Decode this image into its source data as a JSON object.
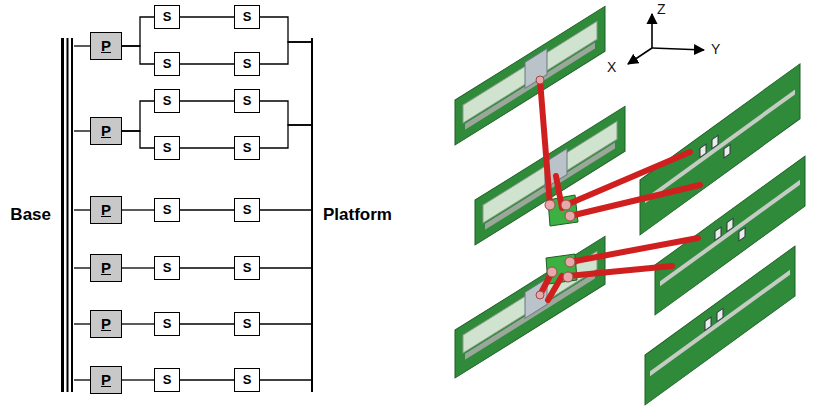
{
  "diagram": {
    "nodes": [
      {
        "text": [
          "Base"
        ]
      },
      {
        "text": [
          "P"
        ]
      },
      {
        "text": [
          "S"
        ]
      },
      {
        "text": [
          "S"
        ]
      },
      {
        "text": [
          "S"
        ]
      },
      {
        "text": [
          "S"
        ]
      },
      {
        "text": [
          "P"
        ]
      },
      {
        "text": [
          "S"
        ]
      },
      {
        "text": [
          "S"
        ]
      },
      {
        "text": [
          "S"
        ]
      },
      {
        "text": [
          "S"
        ]
      },
      {
        "text": [
          "P"
        ]
      },
      {
        "text": [
          "S"
        ]
      },
      {
        "text": [
          "S"
        ]
      },
      {
        "text": [
          "P"
        ]
      },
      {
        "text": [
          "S"
        ]
      },
      {
        "text": [
          "S"
        ]
      },
      {
        "text": [
          "P"
        ]
      },
      {
        "text": [
          "S"
        ]
      },
      {
        "text": [
          "S"
        ]
      },
      {
        "text": [
          "P"
        ]
      },
      {
        "text": [
          "S"
        ]
      },
      {
        "text": [
          "S"
        ]
      },
      {
        "text": [
          "Platform"
        ]
      }
    ],
    "edges": [
      {
        "from": 0,
        "to": 1,
        "arrow": "none"
      },
      {
        "from": 0,
        "to": 6,
        "arrow": "none"
      },
      {
        "from": 0,
        "to": 11,
        "arrow": "none"
      },
      {
        "from": 0,
        "to": 14,
        "arrow": "none"
      },
      {
        "from": 0,
        "to": 17,
        "arrow": "none"
      },
      {
        "from": 0,
        "to": 20,
        "arrow": "none"
      },
      {
        "from": 1,
        "to": 2,
        "arrow": "none"
      },
      {
        "from": 2,
        "to": 3,
        "arrow": "none"
      },
      {
        "from": 3,
        "to": 23,
        "arrow": "none"
      },
      {
        "from": 1,
        "to": 4,
        "arrow": "none"
      },
      {
        "from": 4,
        "to": 5,
        "arrow": "none"
      },
      {
        "from": 5,
        "to": 23,
        "arrow": "none"
      },
      {
        "from": 6,
        "to": 7,
        "arrow": "none"
      },
      {
        "from": 7,
        "to": 8,
        "arrow": "none"
      },
      {
        "from": 8,
        "to": 23,
        "arrow": "none"
      },
      {
        "from": 6,
        "to": 9,
        "arrow": "none"
      },
      {
        "from": 9,
        "to": 10,
        "arrow": "none"
      },
      {
        "from": 10,
        "to": 23,
        "arrow": "none"
      },
      {
        "from": 11,
        "to": 12,
        "arrow": "none"
      },
      {
        "from": 12,
        "to": 13,
        "arrow": "none"
      },
      {
        "from": 13,
        "to": 23,
        "arrow": "none"
      },
      {
        "from": 14,
        "to": 15,
        "arrow": "none"
      },
      {
        "from": 15,
        "to": 16,
        "arrow": "none"
      },
      {
        "from": 16,
        "to": 23,
        "arrow": "none"
      },
      {
        "from": 17,
        "to": 18,
        "arrow": "none"
      },
      {
        "from": 18,
        "to": 19,
        "arrow": "none"
      },
      {
        "from": 19,
        "to": 23,
        "arrow": "none"
      },
      {
        "from": 20,
        "to": 21,
        "arrow": "none"
      },
      {
        "from": 21,
        "to": 22,
        "arrow": "none"
      },
      {
        "from": 22,
        "to": 23,
        "arrow": "none"
      }
    ],
    "labels": [
      "Z",
      "X",
      "Y"
    ]
  }
}
